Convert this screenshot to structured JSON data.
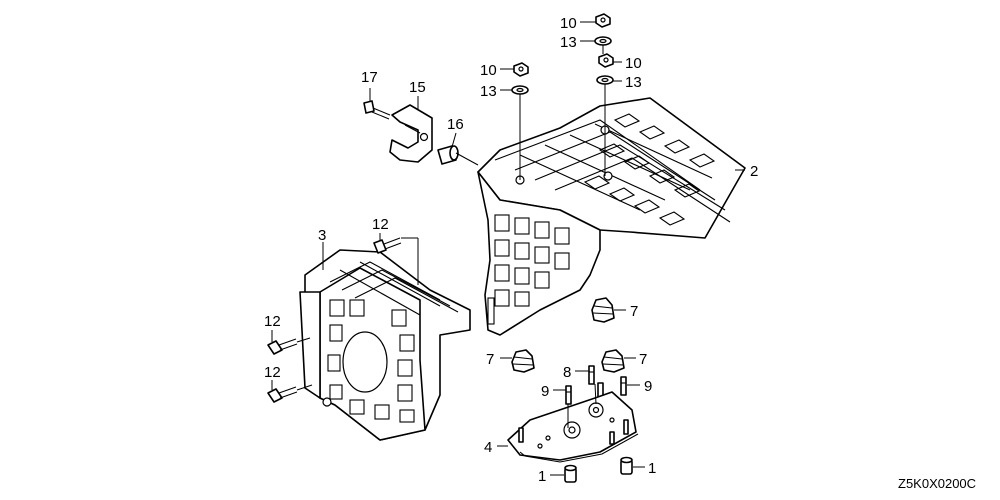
{
  "diagram_code": "Z5K0X0200C",
  "callouts": {
    "c10a": "10",
    "c13a": "13",
    "c10b": "10",
    "c13b": "13",
    "c10c": "10",
    "c13c": "13",
    "c17": "17",
    "c15": "15",
    "c16": "16",
    "c2": "2",
    "c3": "3",
    "c12a": "12",
    "c12b": "12",
    "c12c": "12",
    "c7a": "7",
    "c7b": "7",
    "c7c": "7",
    "c8": "8",
    "c9a": "9",
    "c9b": "9",
    "c4": "4",
    "c1a": "1",
    "c1b": "1"
  }
}
